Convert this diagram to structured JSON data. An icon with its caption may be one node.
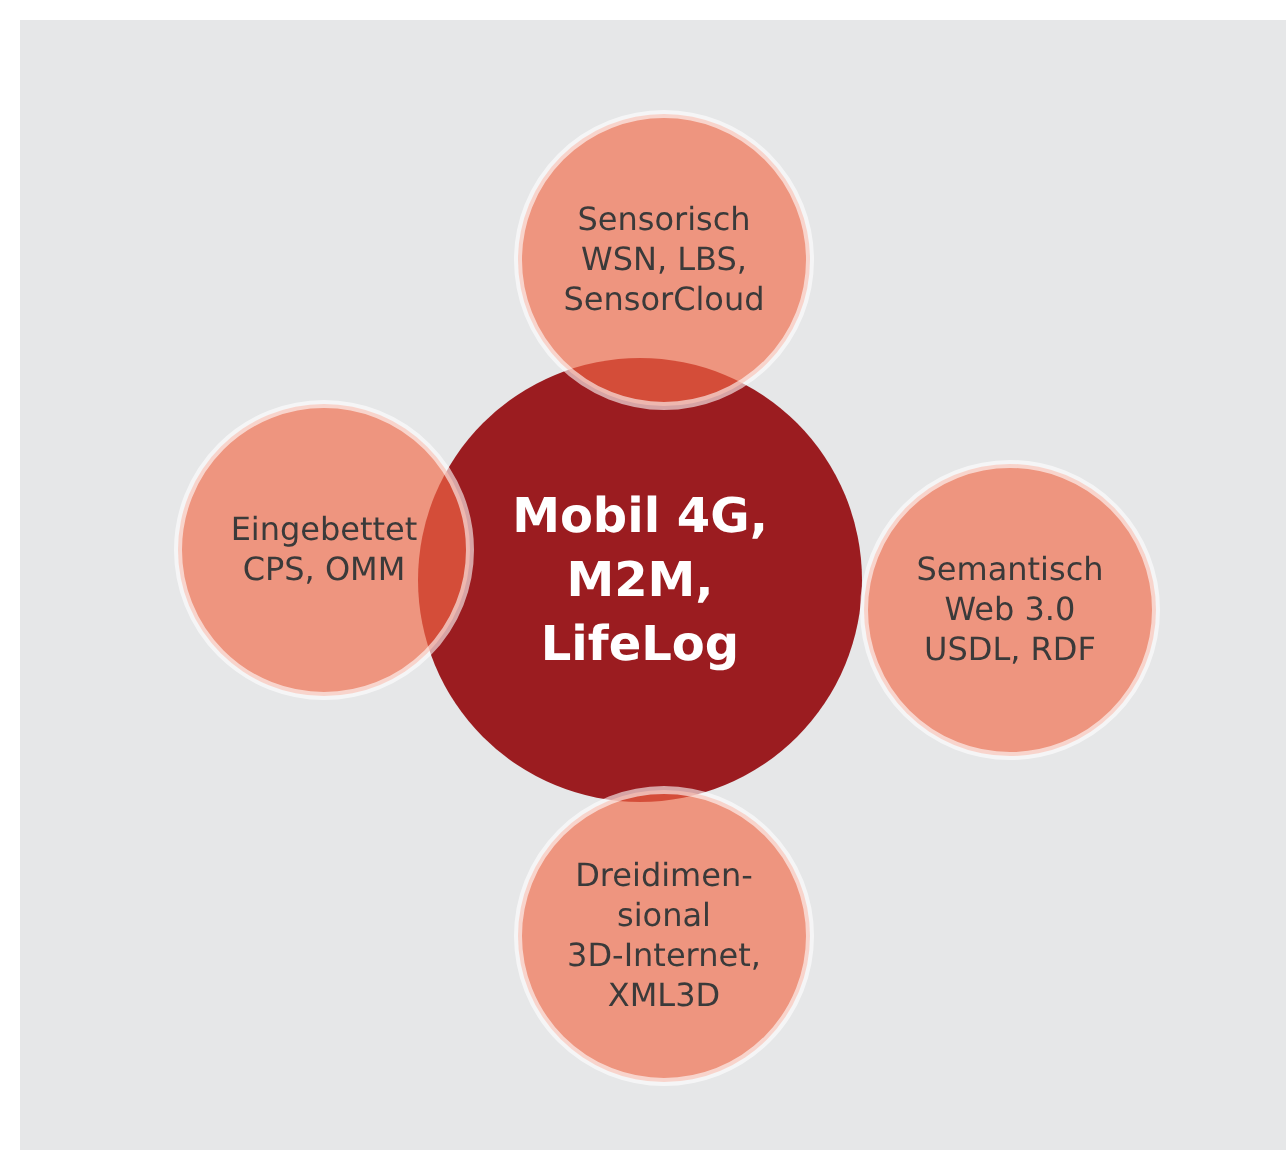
{
  "diagram": {
    "nodes": [
      {
        "text": [
          "Mobil 4G, M2M, LifeLog"
        ]
      },
      {
        "text": [
          "Sensorisch",
          "WSN, LBS, SensorCloud"
        ]
      },
      {
        "text": [
          "Eingebettet",
          "CPS, OMM"
        ]
      },
      {
        "text": [
          "Semantisch",
          "Web 3.0 USDL, RDF"
        ]
      },
      {
        "text": [
          "Dreidimen- sional",
          "3D-Internet, XML3D"
        ]
      }
    ]
  }
}
